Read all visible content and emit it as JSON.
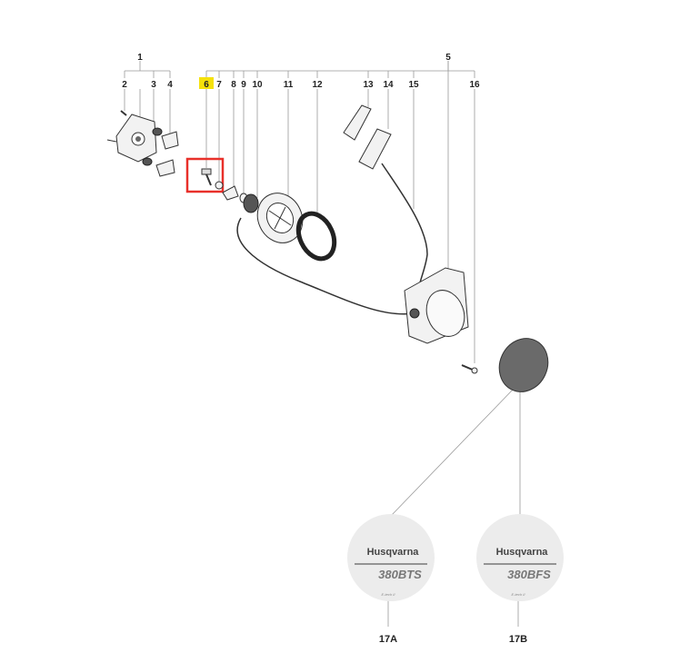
{
  "diagram": {
    "labels": {
      "p1": "1",
      "p2": "2",
      "p3": "3",
      "p4": "4",
      "p5": "5",
      "p6": "6",
      "p7": "7",
      "p8": "8",
      "p9": "9",
      "p10": "10",
      "p11": "11",
      "p12": "12",
      "p13": "13",
      "p14": "14",
      "p15": "15",
      "p16": "16",
      "p17a": "17A",
      "p17b": "17B"
    },
    "highlighted_part": "6",
    "highlight_color": "#f5e10a",
    "selection_box_color": "#e8302a",
    "decals": {
      "a": {
        "brand": "Husqvarna",
        "model": "380BTS",
        "sub": "E-tech II"
      },
      "b": {
        "brand": "Husqvarna",
        "model": "380BFS",
        "sub": "E-tech II"
      }
    }
  }
}
